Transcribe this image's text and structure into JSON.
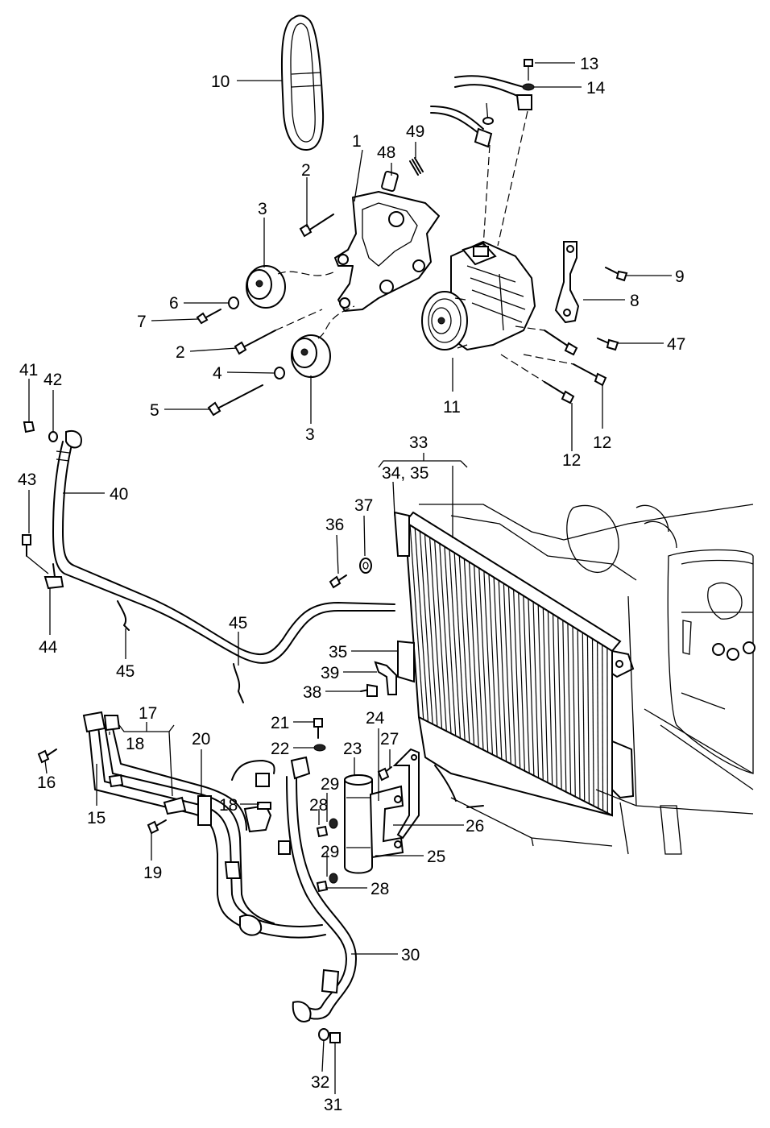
{
  "callouts": {
    "c1": "1",
    "c2a": "2",
    "c2b": "2",
    "c3a": "3",
    "c3b": "3",
    "c4": "4",
    "c5": "5",
    "c6": "6",
    "c7": "7",
    "c8": "8",
    "c9": "9",
    "c10": "10",
    "c11": "11",
    "c12a": "12",
    "c12b": "12",
    "c13": "13",
    "c14": "14",
    "c15": "15",
    "c16": "16",
    "c17": "17",
    "c18a": "18",
    "c18b": "18",
    "c19": "19",
    "c20": "20",
    "c21": "21",
    "c22": "22",
    "c23": "23",
    "c24": "24",
    "c25": "25",
    "c26": "26",
    "c27": "27",
    "c28a": "28",
    "c28b": "28",
    "c29a": "29",
    "c29b": "29",
    "c30": "30",
    "c31": "31",
    "c32": "32",
    "c33": "33",
    "c3435": "34, 35",
    "c35": "35",
    "c36": "36",
    "c37": "37",
    "c38": "38",
    "c39": "39",
    "c40": "40",
    "c41": "41",
    "c42": "42",
    "c43": "43",
    "c44": "44",
    "c45a": "45",
    "c45b": "45",
    "c47": "47",
    "c48": "48",
    "c49": "49"
  }
}
